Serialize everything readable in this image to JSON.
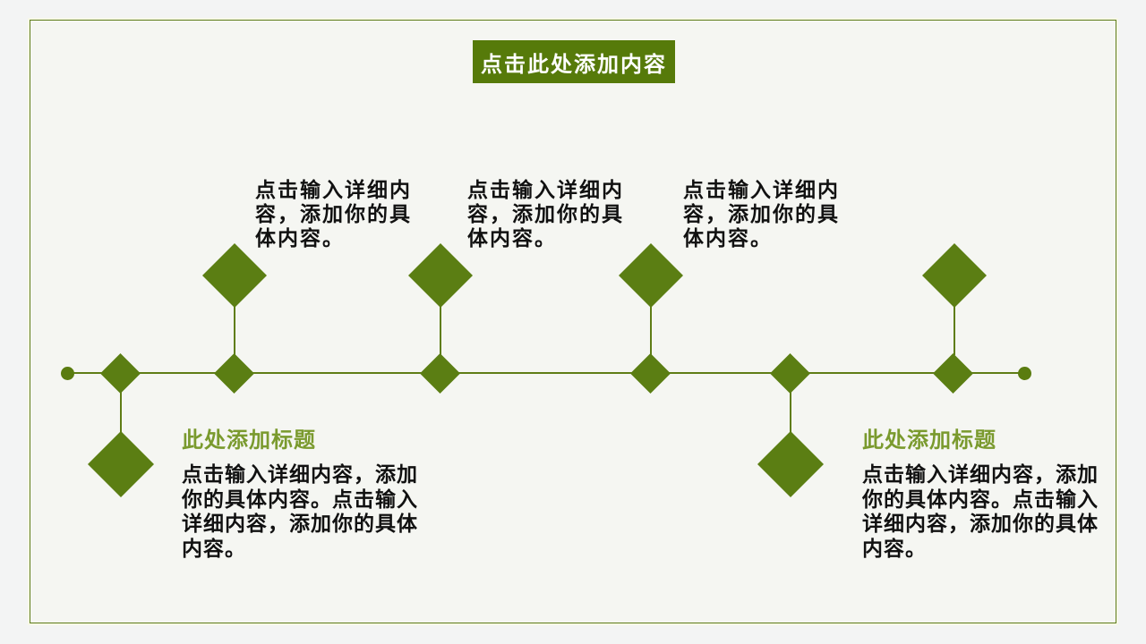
{
  "colors": {
    "accent_green": "#5b7e13",
    "title_bar_green": "#567a0a",
    "heading_green": "#7a9a2e",
    "border_olive": "#5f7d1a",
    "title_text": "#ffffff",
    "body_text": "#111111",
    "slide_background": "#f5f6f2"
  },
  "title_box": {
    "label": "点击此处添加内容"
  },
  "top_notes": [
    {
      "text": "点击输入详细内\n容，添加你的具\n体内容。"
    },
    {
      "text": "点击输入详细内\n容，添加你的具\n体内容。"
    },
    {
      "text": "点击输入详细内\n容，添加你的具\n体内容。"
    }
  ],
  "bottom_sections": [
    {
      "heading": "此处添加标题",
      "body": "点击输入详细内容，添加\n你的具体内容。点击输入\n详细内容，添加你的具体\n内容。"
    },
    {
      "heading": "此处添加标题",
      "body": "点击输入详细内容，添加\n你的具体内容。点击输入\n详细内容，添加你的具体\n内容。"
    }
  ]
}
